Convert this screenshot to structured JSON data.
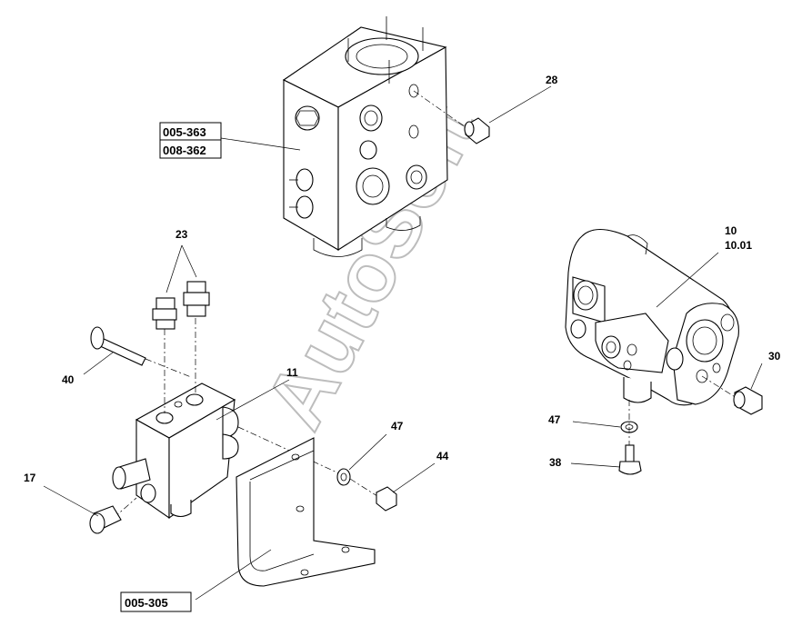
{
  "watermark": "AutoSoft",
  "labels": {
    "p28": "28",
    "p10": "10",
    "p10_01": "10.01",
    "p23": "23",
    "p40": "40",
    "p11": "11",
    "p30": "30",
    "p47a": "47",
    "p47b": "47",
    "p44": "44",
    "p38": "38",
    "p17": "17"
  },
  "refs": {
    "r1": "005-363",
    "r2": "008-362",
    "r3": "005-305"
  }
}
